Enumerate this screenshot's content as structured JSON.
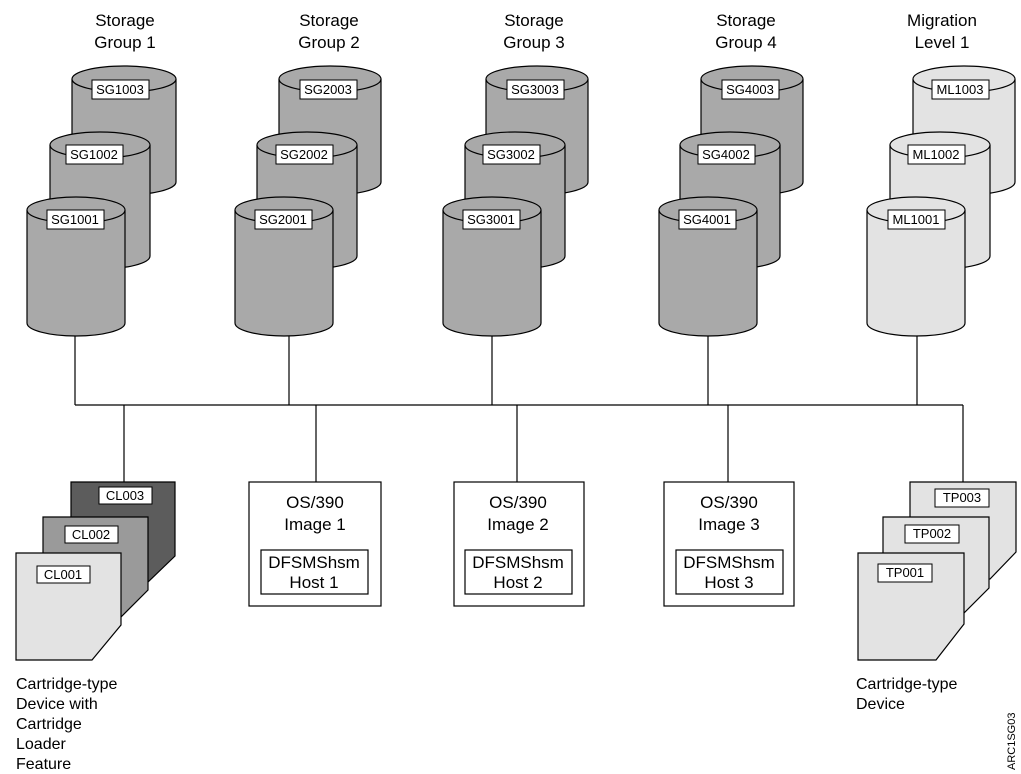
{
  "colors": {
    "storage_group_fill": "#a9a9a9",
    "migration_level_fill": "#e3e3e3",
    "cartridge_loader_front": "#e3e3e3",
    "cartridge_loader_middle": "#9a9a9a",
    "cartridge_loader_back": "#5c5c5c",
    "cartridge_device_fill": "#e3e3e3",
    "line": "#000000"
  },
  "storage_groups": [
    {
      "title_line1": "Storage",
      "title_line2": "Group 1",
      "volumes": [
        "SG1003",
        "SG1002",
        "SG1001"
      ]
    },
    {
      "title_line1": "Storage",
      "title_line2": "Group 2",
      "volumes": [
        "SG2003",
        "SG2002",
        "SG2001"
      ]
    },
    {
      "title_line1": "Storage",
      "title_line2": "Group 3",
      "volumes": [
        "SG3003",
        "SG3002",
        "SG3001"
      ]
    },
    {
      "title_line1": "Storage",
      "title_line2": "Group 4",
      "volumes": [
        "SG4003",
        "SG4002",
        "SG4001"
      ]
    },
    {
      "title_line1": "Migration",
      "title_line2": "Level 1",
      "volumes": [
        "ML1003",
        "ML1002",
        "ML1001"
      ]
    }
  ],
  "hosts": [
    {
      "image_line1": "OS/390",
      "image_line2": "Image 1",
      "host_line1": "DFSMShsm",
      "host_line2": "Host 1"
    },
    {
      "image_line1": "OS/390",
      "image_line2": "Image 2",
      "host_line1": "DFSMShsm",
      "host_line2": "Host 2"
    },
    {
      "image_line1": "OS/390",
      "image_line2": "Image 3",
      "host_line1": "DFSMShsm",
      "host_line2": "Host 3"
    }
  ],
  "cartridge_loader": {
    "cartridges": [
      "CL003",
      "CL002",
      "CL001"
    ],
    "caption_lines": [
      "Cartridge-type",
      "Device with",
      "Cartridge",
      "Loader",
      "Feature"
    ]
  },
  "cartridge_device": {
    "cartridges": [
      "TP003",
      "TP002",
      "TP001"
    ],
    "caption_lines": [
      "Cartridge-type",
      "Device"
    ]
  },
  "figure_id": "ARC1SG03"
}
